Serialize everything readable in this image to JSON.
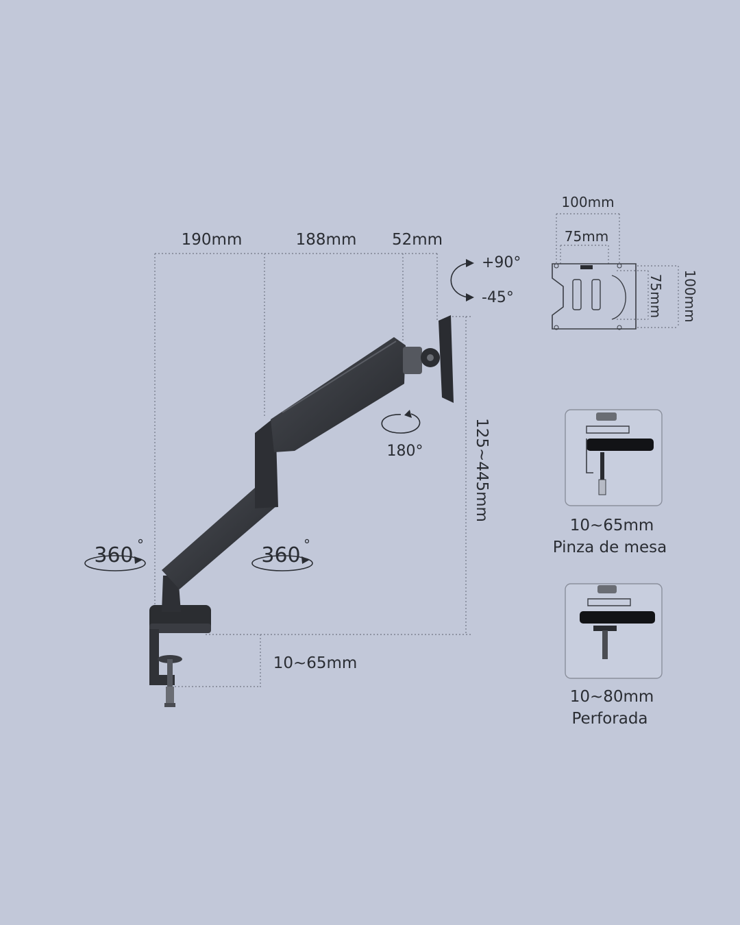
{
  "dimensions": {
    "seg1": "190mm",
    "seg2": "188mm",
    "seg3": "52mm",
    "height_range": "125~445mm",
    "clamp_range": "10~65mm"
  },
  "rotation": {
    "tilt_up": "+90°",
    "tilt_down": "-45°",
    "swivel": "180°",
    "base_rotation": "360",
    "arm_rotation": "360",
    "degree_symbol": "°"
  },
  "vesa": {
    "outer_width": "100mm",
    "inner_width": "75mm",
    "inner_height": "75mm",
    "outer_height": "100mm"
  },
  "mounting_options": [
    {
      "range": "10~65mm",
      "label": "Pinza de mesa"
    },
    {
      "range": "10~80mm",
      "label": "Perforada"
    }
  ],
  "colors": {
    "background": "#c2c8d9",
    "arm": "#2f3136",
    "text": "#2a2d33"
  }
}
